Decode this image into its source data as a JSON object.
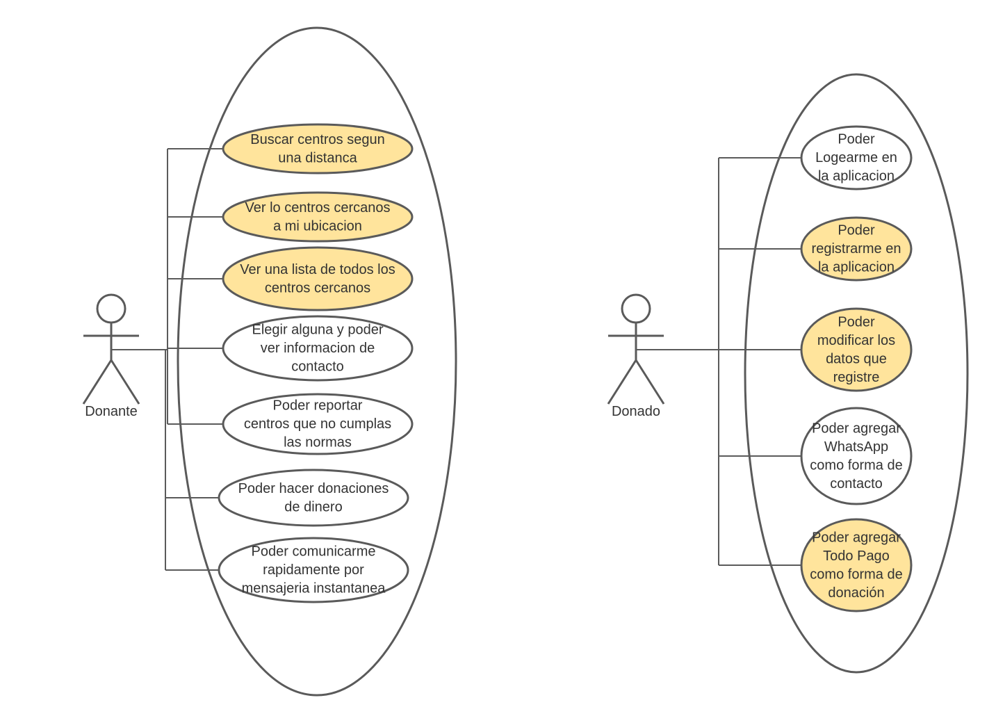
{
  "colors": {
    "highlight": "#ffe49c",
    "plain": "#ffffff",
    "stroke": "#5a5a5a",
    "text": "#333333"
  },
  "diagrams": [
    {
      "actor": "Donante",
      "use_cases": [
        {
          "lines": [
            "Buscar centros segun",
            "una distanca"
          ],
          "highlighted": true
        },
        {
          "lines": [
            "Ver lo centros cercanos",
            "a mi ubicacion"
          ],
          "highlighted": true
        },
        {
          "lines": [
            "Ver una lista de todos los",
            "centros cercanos"
          ],
          "highlighted": true
        },
        {
          "lines": [
            "Elegir alguna y poder",
            "ver informacion de",
            "contacto"
          ],
          "highlighted": false
        },
        {
          "lines": [
            "Poder reportar",
            "centros que no cumplas",
            "las normas"
          ],
          "highlighted": false
        },
        {
          "lines": [
            "Poder hacer donaciones",
            "de dinero"
          ],
          "highlighted": false
        },
        {
          "lines": [
            "Poder comunicarme",
            "rapidamente por",
            "mensajeria instantanea"
          ],
          "highlighted": false
        }
      ]
    },
    {
      "actor": "Donado",
      "use_cases": [
        {
          "lines": [
            "Poder",
            "Logearme en",
            "la aplicacion"
          ],
          "highlighted": false
        },
        {
          "lines": [
            "Poder",
            "registrarme en",
            "la aplicacion"
          ],
          "highlighted": true
        },
        {
          "lines": [
            "Poder",
            "modificar los",
            "datos que",
            "registre"
          ],
          "highlighted": true
        },
        {
          "lines": [
            "Poder agregar",
            "WhatsApp",
            "como forma de",
            "contacto"
          ],
          "highlighted": false
        },
        {
          "lines": [
            "Poder agregar",
            "Todo Pago",
            "como forma de",
            "donación"
          ],
          "highlighted": true
        }
      ]
    }
  ]
}
